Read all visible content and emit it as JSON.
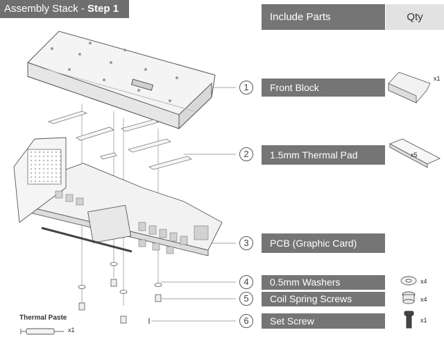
{
  "title": {
    "prefix": "Assembly Stack",
    "separator": "-",
    "step": "Step 1"
  },
  "header": {
    "parts_label": "Include Parts",
    "qty_label": "Qty"
  },
  "parts": [
    {
      "number": "1",
      "label": "Front Block",
      "qty": "x1",
      "icon": "front-block-icon"
    },
    {
      "number": "2",
      "label": "1.5mm Thermal Pad",
      "qty": "x5",
      "icon": "thermal-pad-icon"
    },
    {
      "number": "3",
      "label": "PCB (Graphic Card)",
      "qty": "",
      "icon": ""
    },
    {
      "number": "4",
      "label": "0.5mm Washers",
      "qty": "x4",
      "icon": "washer-icon"
    },
    {
      "number": "5",
      "label": "Coil Spring Screws",
      "qty": "x4",
      "icon": "coil-spring-screw-icon"
    },
    {
      "number": "6",
      "label": "Set Screw",
      "qty": "x1",
      "icon": "set-screw-icon"
    }
  ],
  "thermal_paste": {
    "label": "Thermal Paste",
    "qty": "x1",
    "icon": "thermal-paste-syringe-icon"
  },
  "colors": {
    "label_bg": "#757575",
    "qty_header_bg": "#e2e2e2",
    "line": "#555555"
  }
}
